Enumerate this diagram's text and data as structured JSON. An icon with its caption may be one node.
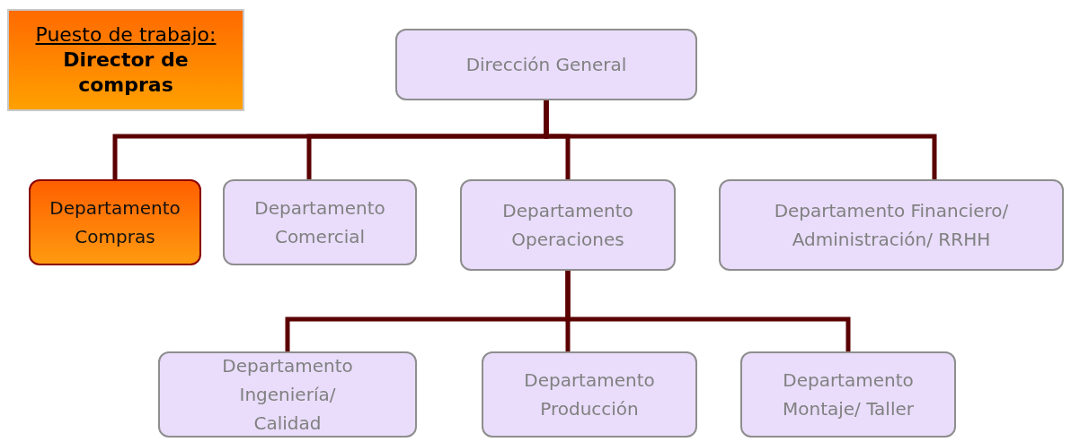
{
  "diagram": {
    "nodes": [
      {
        "text": [
          "Puesto de trabajo:",
          "Director de compras"
        ]
      },
      {
        "text": [
          "Dirección General"
        ]
      },
      {
        "text": [
          "Departamento Compras"
        ]
      },
      {
        "text": [
          "Departamento Comercial"
        ]
      },
      {
        "text": [
          "Departamento Operaciones"
        ]
      },
      {
        "text": [
          "Departamento Financiero/ Administración/ RRHH"
        ]
      },
      {
        "text": [
          "Departamento Ingeniería/ Calidad"
        ]
      },
      {
        "text": [
          "Departamento Producción"
        ]
      },
      {
        "text": [
          "Departamento Montaje/ Taller"
        ]
      }
    ],
    "edges": [
      {
        "from": 1,
        "to": 2,
        "arrow": "none"
      },
      {
        "from": 1,
        "to": 3,
        "arrow": "none"
      },
      {
        "from": 1,
        "to": 4,
        "arrow": "none"
      },
      {
        "from": 1,
        "to": 5,
        "arrow": "none"
      },
      {
        "from": 4,
        "to": 6,
        "arrow": "none"
      },
      {
        "from": 4,
        "to": 7,
        "arrow": "none"
      },
      {
        "from": 4,
        "to": 8,
        "arrow": "none"
      }
    ]
  }
}
